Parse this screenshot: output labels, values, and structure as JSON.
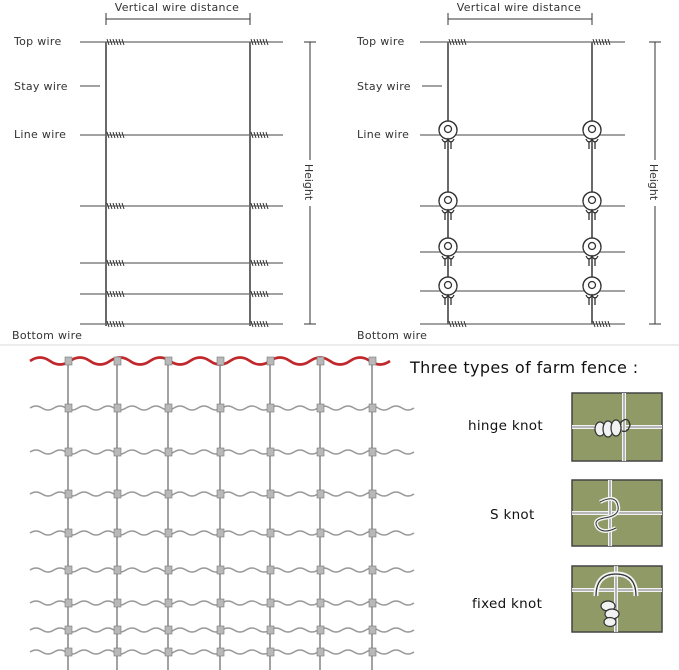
{
  "left_diagram": {
    "top_dimension": "Vertical wire distance",
    "side_dimension": "Height",
    "labels": {
      "top_wire": "Top wire",
      "stay_wire": "Stay wire",
      "line_wire": "Line wire",
      "bottom_wire": "Bottom wire"
    }
  },
  "right_diagram": {
    "top_dimension": "Vertical wire distance",
    "side_dimension": "Height",
    "labels": {
      "top_wire": "Top wire",
      "stay_wire": "Stay wire",
      "line_wire": "Line wire",
      "bottom_wire": "Bottom wire"
    }
  },
  "knots_panel": {
    "title": "Three types of farm fence :",
    "items": [
      {
        "label": "hinge knot",
        "icon": "hinge-knot-icon"
      },
      {
        "label": "S knot",
        "icon": "s-knot-icon"
      },
      {
        "label": "fixed knot",
        "icon": "fixed-knot-icon"
      }
    ]
  },
  "colors": {
    "top_wave_wire": "#c0282c",
    "knot_background": "#8f9a66",
    "wire_gray": "#6a6a6a"
  }
}
